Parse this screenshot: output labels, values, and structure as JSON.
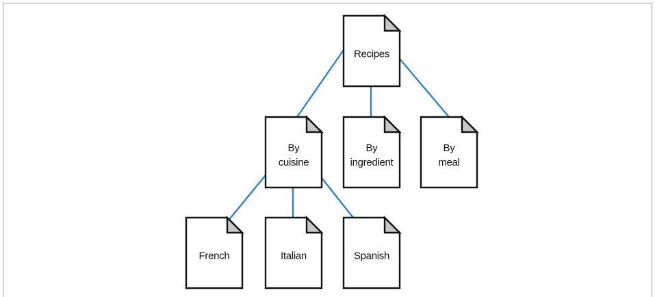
{
  "diagram": {
    "line_color": "#2e83c4",
    "fold_color": "#c8c8c8",
    "nodes": [
      {
        "id": "recipes",
        "label_lines": [
          "Recipes"
        ]
      },
      {
        "id": "by-cuisine",
        "label_lines": [
          "By",
          "cuisine"
        ]
      },
      {
        "id": "by-ingredient",
        "label_lines": [
          "By",
          "ingredient"
        ]
      },
      {
        "id": "by-meal",
        "label_lines": [
          "By",
          "meal"
        ]
      },
      {
        "id": "french",
        "label_lines": [
          "French"
        ]
      },
      {
        "id": "italian",
        "label_lines": [
          "Italian"
        ]
      },
      {
        "id": "spanish",
        "label_lines": [
          "Spanish"
        ]
      }
    ],
    "edges": [
      {
        "from": "recipes",
        "to": "by-cuisine"
      },
      {
        "from": "recipes",
        "to": "by-ingredient"
      },
      {
        "from": "recipes",
        "to": "by-meal"
      },
      {
        "from": "by-cuisine",
        "to": "french"
      },
      {
        "from": "by-cuisine",
        "to": "italian"
      },
      {
        "from": "by-cuisine",
        "to": "spanish"
      }
    ]
  }
}
